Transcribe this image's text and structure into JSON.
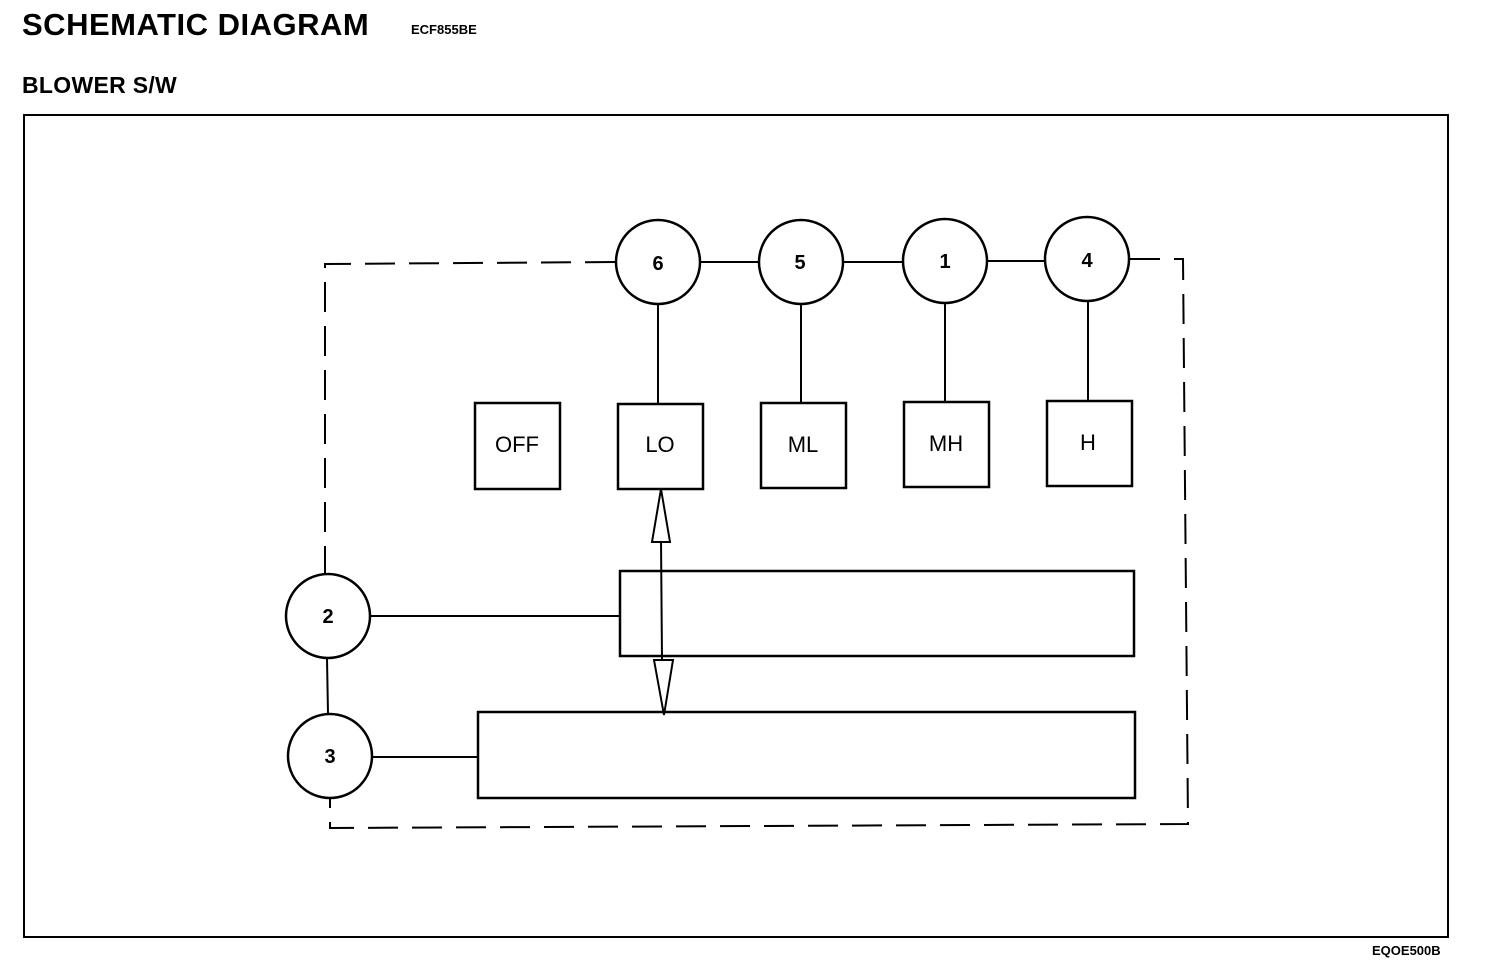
{
  "header": {
    "title": "SCHEMATIC DIAGRAM",
    "doc_code": "ECF855BE"
  },
  "section": {
    "title": "BLOWER S/W"
  },
  "figure_code": "EQOE500B",
  "diagram": {
    "terminals": {
      "t6": "6",
      "t5": "5",
      "t1": "1",
      "t4": "4",
      "t2": "2",
      "t3": "3"
    },
    "positions": {
      "off": "OFF",
      "lo": "LO",
      "ml": "ML",
      "mh": "MH",
      "h": "H"
    }
  }
}
